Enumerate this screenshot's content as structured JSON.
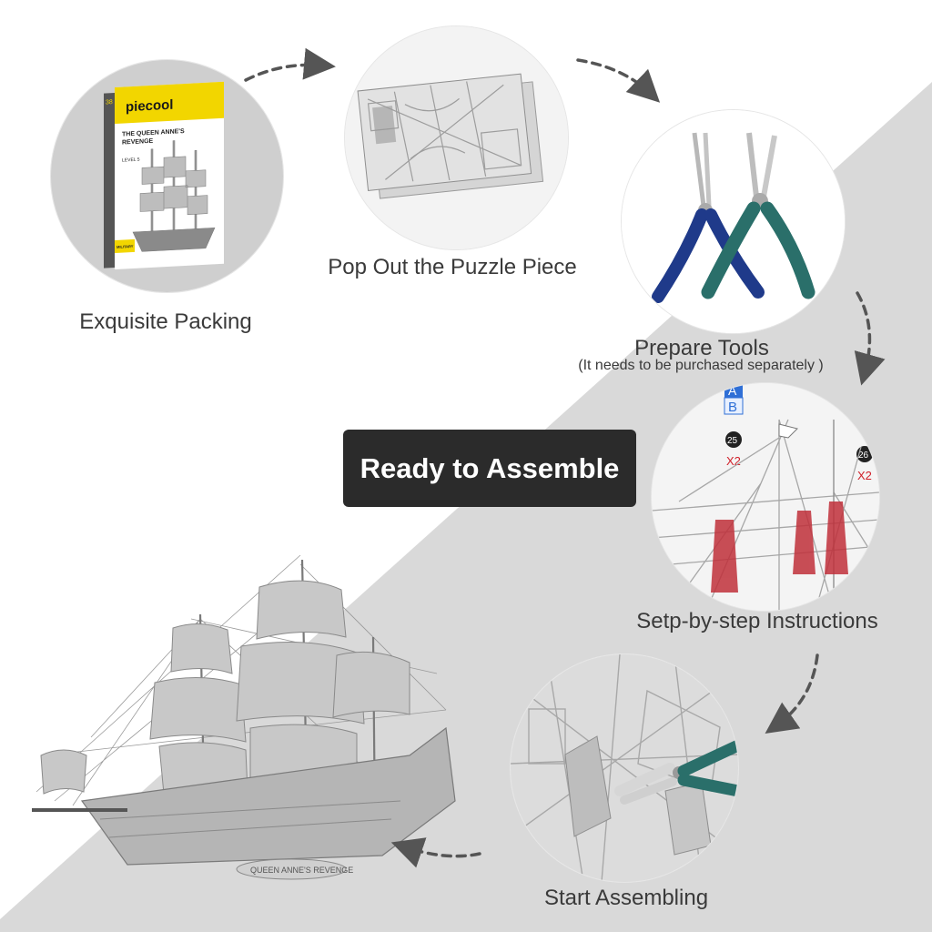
{
  "steps": [
    {
      "label": "Exquisite Packing"
    },
    {
      "label": "Pop Out the Puzzle Piece"
    },
    {
      "label": "Prepare Tools",
      "note": "(It needs to be purchased separately  )"
    },
    {
      "label": "Setp-by-step Instructions"
    },
    {
      "label": "Start Assembling"
    }
  ],
  "banner": "Ready to Assemble",
  "box": {
    "brand": "piecool",
    "title_line1": "THE QUEEN ANNE'S",
    "title_line2": "REVENGE",
    "level": "LEVEL 5",
    "badge": "MILITARY",
    "side_number": "38"
  },
  "instructions": {
    "letter_a": "A",
    "letter_b": "B",
    "num1": "25",
    "num2": "26",
    "mult1": "X2",
    "mult2": "X2"
  },
  "ship_plate": "QUEEN ANNE'S REVENGE",
  "colors": {
    "diagonal_gray": "#d9d9d9",
    "banner_bg": "#2b2b2b",
    "arrow": "#555555",
    "box_yellow": "#f2d600"
  }
}
